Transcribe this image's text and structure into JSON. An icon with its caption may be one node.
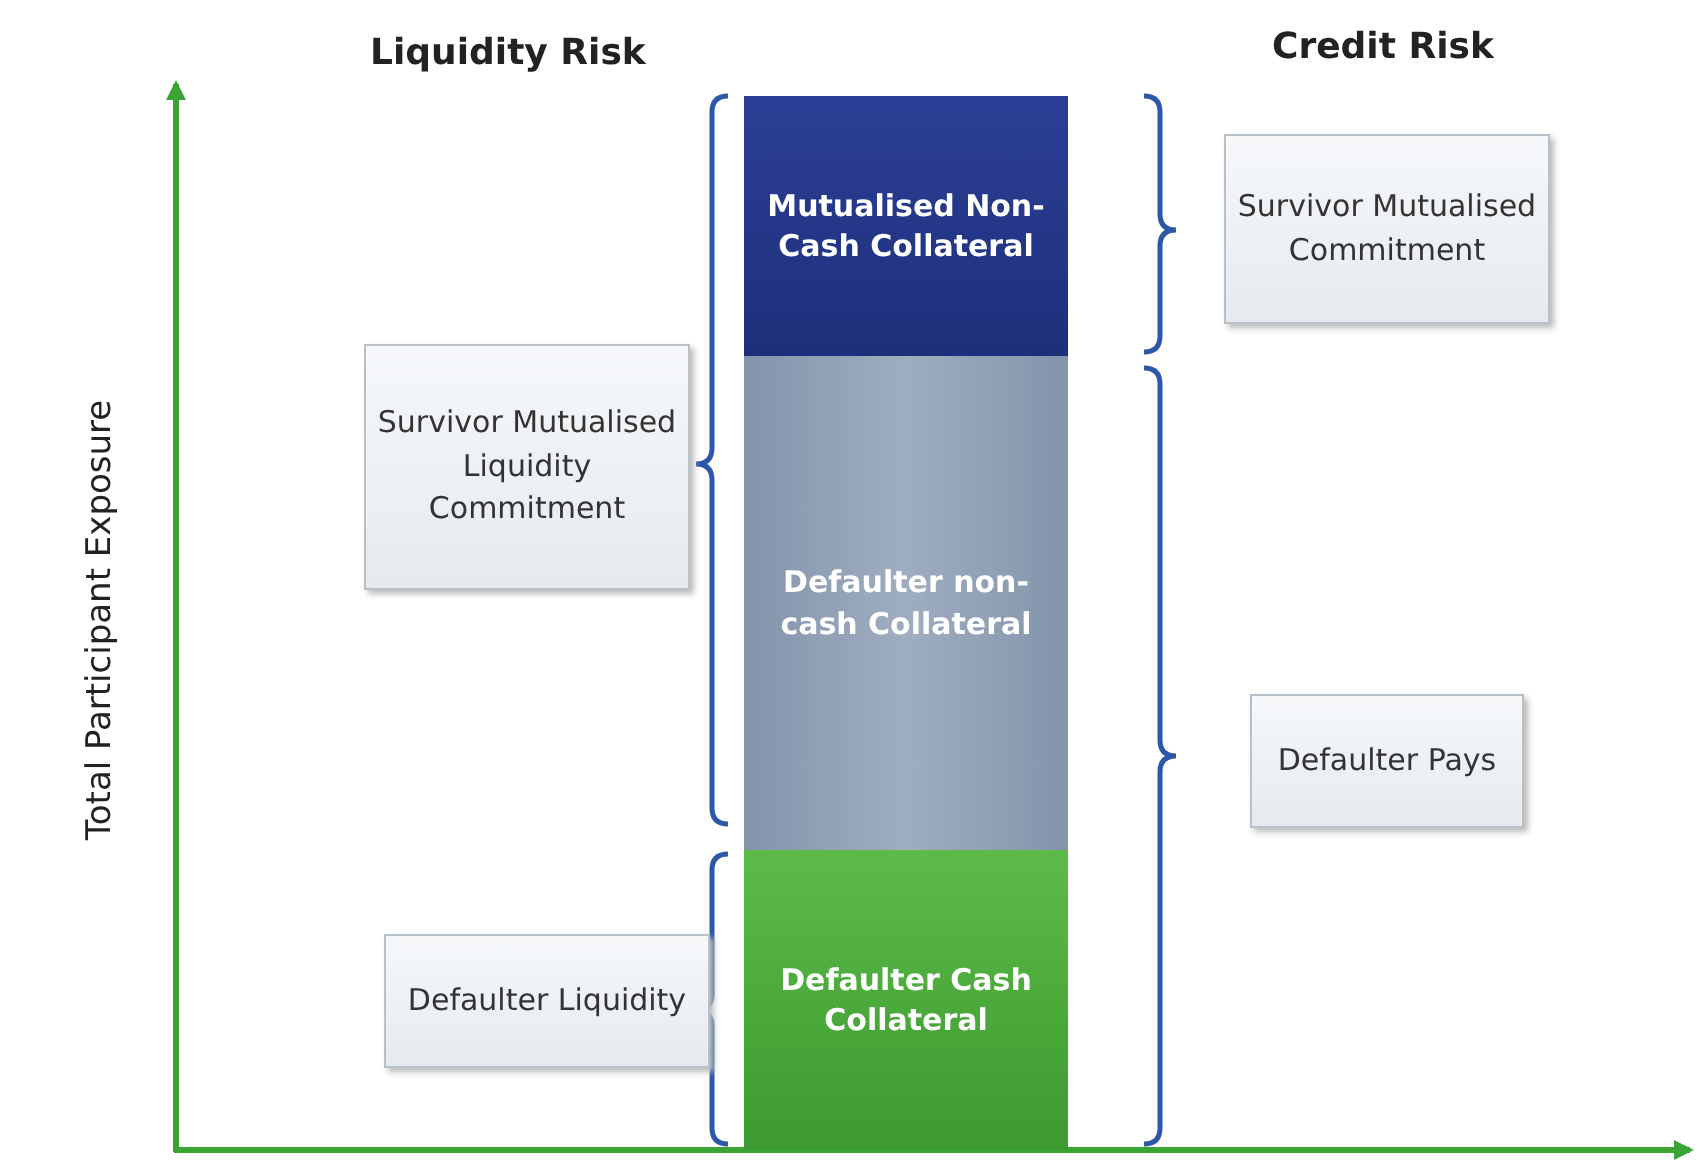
{
  "diagram": {
    "nodes": [
      {
        "text": [
          "Mutualised Non-Cash Collateral"
        ]
      },
      {
        "text": [
          "Defaulter non-cash Collateral"
        ]
      },
      {
        "text": [
          "Defaulter Cash Collateral"
        ]
      },
      {
        "text": [
          "Survivor Mutualised Commitment"
        ]
      },
      {
        "text": [
          "Survivor Mutualised Liquidity Commitment"
        ]
      },
      {
        "text": [
          "Defaulter Pays"
        ]
      },
      {
        "text": [
          "Defaulter Liquidity"
        ]
      }
    ],
    "edges": [],
    "labels": [
      "Liquidity Risk",
      "Credit Risk",
      "Total Participant Exposure"
    ]
  }
}
